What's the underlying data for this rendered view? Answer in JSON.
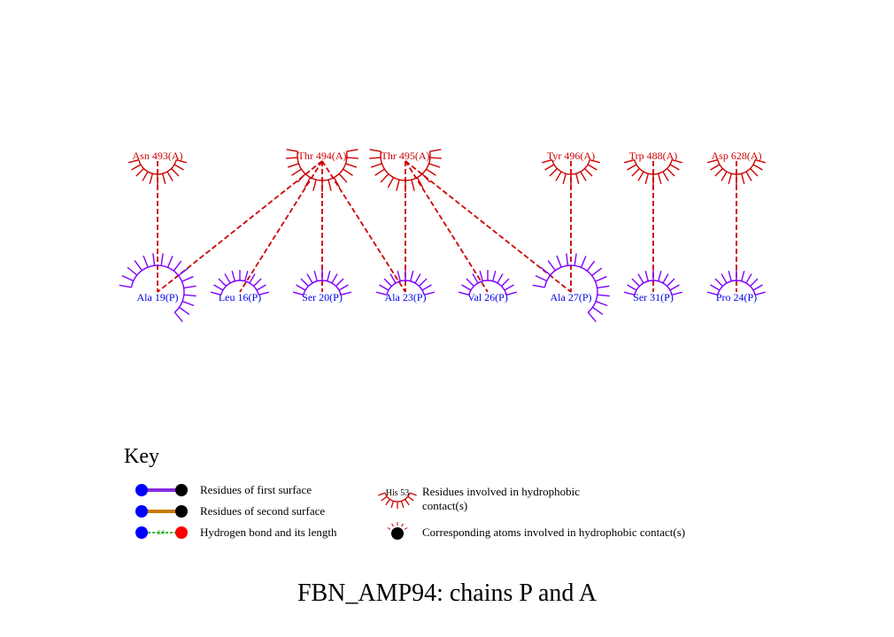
{
  "title": "FBN_AMP94: chains P and A",
  "colors": {
    "chainA": "#cc0000",
    "chainP": "#7f00ff",
    "labelA": "#cc0000",
    "labelP": "#0000ee",
    "contact": "#cc0000",
    "bond1": "#8a2be2",
    "bond2": "#c87a00",
    "hbond": "#00a000",
    "atomBlue": "#0000ff",
    "atomBlack": "#000000",
    "atomRed": "#ff0000"
  },
  "residues_A": [
    {
      "label": "Asn 493(A)",
      "style": "small"
    },
    {
      "label": "Thr 494(A)",
      "style": "big"
    },
    {
      "label": "Thr 495(A)",
      "style": "big"
    },
    {
      "label": "Tyr 496(A)",
      "style": "small"
    },
    {
      "label": "Trp 488(A)",
      "style": "small"
    },
    {
      "label": "Asp 628(A)",
      "style": "small"
    }
  ],
  "residues_P": [
    {
      "label": "Ala 19(P)",
      "style": "big"
    },
    {
      "label": "Leu 16(P)",
      "style": "small"
    },
    {
      "label": "Ser 20(P)",
      "style": "small"
    },
    {
      "label": "Ala 23(P)",
      "style": "small"
    },
    {
      "label": "Val 26(P)",
      "style": "small"
    },
    {
      "label": "Ala 27(P)",
      "style": "big"
    },
    {
      "label": "Ser 31(P)",
      "style": "small"
    },
    {
      "label": "Pro 24(P)",
      "style": "small"
    }
  ],
  "contacts": [
    [
      "Asn 493(A)",
      "Ala 19(P)"
    ],
    [
      "Thr 494(A)",
      "Ala 19(P)"
    ],
    [
      "Thr 494(A)",
      "Leu 16(P)"
    ],
    [
      "Thr 494(A)",
      "Ser 20(P)"
    ],
    [
      "Thr 494(A)",
      "Ala 23(P)"
    ],
    [
      "Thr 495(A)",
      "Ala 23(P)"
    ],
    [
      "Thr 495(A)",
      "Val 26(P)"
    ],
    [
      "Thr 495(A)",
      "Ala 27(P)"
    ],
    [
      "Tyr 496(A)",
      "Ala 27(P)"
    ],
    [
      "Trp 488(A)",
      "Ser 31(P)"
    ],
    [
      "Asp 628(A)",
      "Pro 24(P)"
    ]
  ],
  "key": {
    "title": "Key",
    "first_surface": "Residues of first surface",
    "second_surface": "Residues of second surface",
    "hbond": "Hydrogen bond and its length",
    "hbond_length": "3.0",
    "hydrophobic_label": "His 53",
    "hydrophobic_line1": "Residues involved in hydrophobic",
    "hydrophobic_line2": "contact(s)",
    "atoms": "Corresponding atoms involved in hydrophobic contact(s)"
  }
}
